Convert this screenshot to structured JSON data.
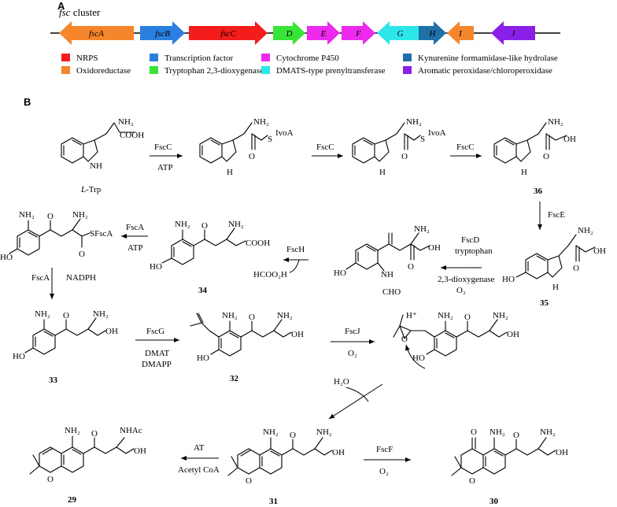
{
  "panelA": {
    "label": "A",
    "cluster_title_italic": "fsc",
    "cluster_title_rest": " cluster",
    "genes": [
      {
        "name": "fscA",
        "dir": "left",
        "color": "#f5862b"
      },
      {
        "name": "fscB",
        "dir": "right",
        "color": "#2b7fde"
      },
      {
        "name": "fscC",
        "dir": "right",
        "color": "#f51c1c"
      },
      {
        "name": "D",
        "dir": "right",
        "color": "#38e536"
      },
      {
        "name": "E",
        "dir": "right",
        "color": "#ee29ee"
      },
      {
        "name": "F",
        "dir": "right",
        "color": "#ee29ee"
      },
      {
        "name": "G",
        "dir": "left",
        "color": "#2ce6e8"
      },
      {
        "name": "H",
        "dir": "right",
        "color": "#1f6fa8"
      },
      {
        "name": "I",
        "dir": "left",
        "color": "#f5862b"
      },
      {
        "name": "J",
        "dir": "left",
        "color": "#8a1fe8"
      }
    ],
    "legend": [
      {
        "label": "NRPS",
        "color": "#f51c1c"
      },
      {
        "label": "Transcription factor",
        "color": "#2b7fde"
      },
      {
        "label": "Cytochrome P450",
        "color": "#ee29ee"
      },
      {
        "label": "Kynurenine formamidase-like hydrolase",
        "color": "#1f6fa8"
      },
      {
        "label": "Oxidoreductase",
        "color": "#f5862b"
      },
      {
        "label": "Tryptophan 2,3-dioxygenase",
        "color": "#38e536"
      },
      {
        "label": "DMATS-type prenyltransferase",
        "color": "#2ce6e8"
      },
      {
        "label": "Aromatic peroxidase/chloroperoxidase",
        "color": "#8a1fe8"
      }
    ]
  },
  "panelB": {
    "label": "B",
    "texts": {
      "ltrp": "L-Trp",
      "ltrp_italic": "L",
      "ltrp_rest": "-Trp",
      "fscC1": "FscC",
      "atp1": "ATP",
      "fscC2": "FscC",
      "fscC3": "FscC",
      "fscE": "FscE",
      "fscD1": "FscD",
      "fscD2": "tryptophan",
      "fscD3": "2,3-dioxygenase",
      "o2a": "O₂",
      "fscH": "FscH",
      "hcoo": "HCOO₂H",
      "fscA1": "FscA",
      "atp2": "ATP",
      "fscA2": "FscA",
      "nadph": "NADPH",
      "fscG": "FscG",
      "dmat": "DMAT",
      "dmapp": "DMAPP",
      "fscJ": "FscJ",
      "o2b": "O₂",
      "h2o": "H₂O",
      "at": "AT",
      "acoa": "Acetyl CoA",
      "fscF": "FscF",
      "o2c": "O₂",
      "hplus": "H⁺",
      "nh2": "NH₂",
      "cooh": "COOH",
      "oh": "OH",
      "ho": "HO",
      "o": "O",
      "s": "S",
      "ivoa": "IvoA",
      "h": "H",
      "n": "N",
      "nh": "NH",
      "cho": "CHO",
      "sfsca": "SFscA",
      "nhac": "NHAc"
    },
    "compounds": [
      "36",
      "35",
      "34",
      "33",
      "32",
      "31",
      "30",
      "29"
    ]
  }
}
